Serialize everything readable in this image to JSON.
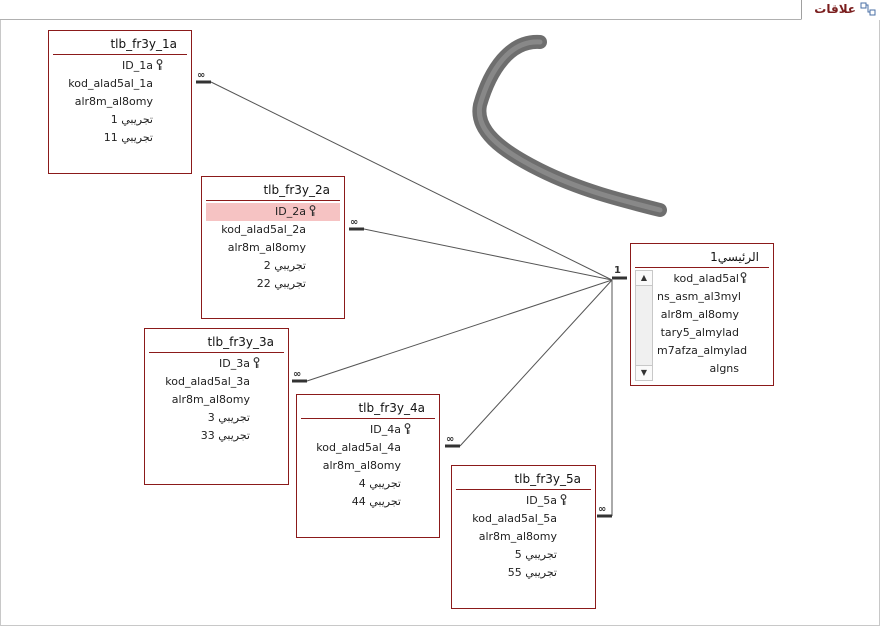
{
  "tab": {
    "label": "علاقات",
    "icon": "relationships-icon"
  },
  "tables": {
    "t1": {
      "title": "tlb_fr3y_1a",
      "fields": [
        "ID_1a",
        "kod_alad5al_1a",
        "alr8m_al8omy",
        "تجريبي 1",
        "تجريبي 11"
      ]
    },
    "t2": {
      "title": "tlb_fr3y_2a",
      "fields": [
        "ID_2a",
        "kod_alad5al_2a",
        "alr8m_al8omy",
        "تجريبي 2",
        "تجريبي 22"
      ]
    },
    "t3": {
      "title": "tlb_fr3y_3a",
      "fields": [
        "ID_3a",
        "kod_alad5al_3a",
        "alr8m_al8omy",
        "تجريبي 3",
        "تجريبي 33"
      ]
    },
    "t4": {
      "title": "tlb_fr3y_4a",
      "fields": [
        "ID_4a",
        "kod_alad5al_4a",
        "alr8m_al8omy",
        "تجريبي 4",
        "تجريبي 44"
      ]
    },
    "t5": {
      "title": "tlb_fr3y_5a",
      "fields": [
        "ID_5a",
        "kod_alad5al_5a",
        "alr8m_al8omy",
        "تجريبي 5",
        "تجريبي 55"
      ]
    },
    "main": {
      "title": "الرئيسي1",
      "fields": [
        "kod_alad5al",
        "ns_asm_al3myl",
        "alr8m_al8omy",
        "tary5_almylad",
        "m7afza_almylad",
        "algns"
      ]
    }
  },
  "relations": {
    "one_symbol": "1",
    "many_symbol": "∞"
  }
}
